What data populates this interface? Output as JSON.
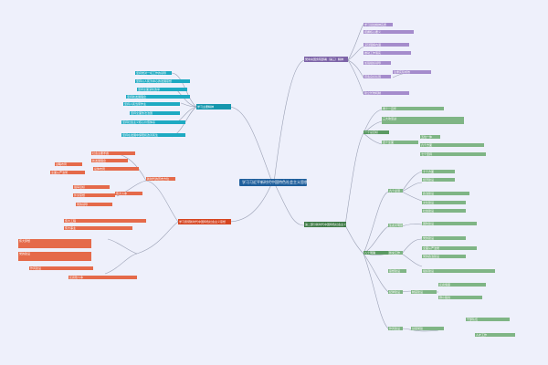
{
  "map": {
    "root": "学习习近平新时代中国特色社会主义思想",
    "branches": {
      "b1": "学习主要精神",
      "b2": "学习贯彻新时代中国特色社会主义思想",
      "b3": "党中央国务院部署（第三）精神",
      "b4": "第二部分新时代中国特色社会主义思想的主要内容"
    },
    "b1_children": [
      "坚持党对一切工作的领导",
      "坚持以人民为中心的发展思想",
      "坚持全面深化改革",
      "坚持新发展理念",
      "坚持人民当家作主",
      "坚持全面依法治国",
      "坚持社会主义核心价值体系",
      "坚持在发展中保障和改善民生"
    ],
    "b2_children": [
      "新时代的历史方位",
      "社会主要矛盾",
      "新发展理念",
      "总体布局",
      "战略布局",
      "全面从严治党",
      "强军目标",
      "外交思想",
      "党的领导",
      "伟大斗争",
      "伟大工程",
      "伟大事业",
      "伟大梦想",
      "党的建设",
      "作风建设",
      "反腐败斗争"
    ],
    "b3_children": [
      "学习领会精神实质",
      "把握核心要义",
      "深刻理解内涵",
      "推动工作落实",
      "加强组织领导",
      "营造良好氛围",
      "注重实际成效",
      "建立长效机制"
    ],
    "b4_children": [
      "一个总目标",
      "两个一百年",
      "三大攻坚战",
      "四个全面",
      "五位一体",
      "六个方面",
      "七个坚持",
      "八个明确",
      "九个必须",
      "十个方面",
      "经济建设",
      "政治建设",
      "文化建设",
      "社会建设",
      "生态文明建设",
      "国防建设",
      "外交工作",
      "党的建设",
      "全面从严治党",
      "党的政治建设",
      "思想建设",
      "组织建设",
      "纪律建设",
      "制度建设",
      "反腐倡廉",
      "群众路线",
      "作风建设",
      "基层党建",
      "干部队伍",
      "人才工作"
    ]
  },
  "colors": {
    "background": "#eef0fb",
    "root": "#1f5f9c",
    "teal": "#1596ad",
    "red": "#d64520",
    "purple": "#7d64a8",
    "green": "#3d7a45"
  }
}
